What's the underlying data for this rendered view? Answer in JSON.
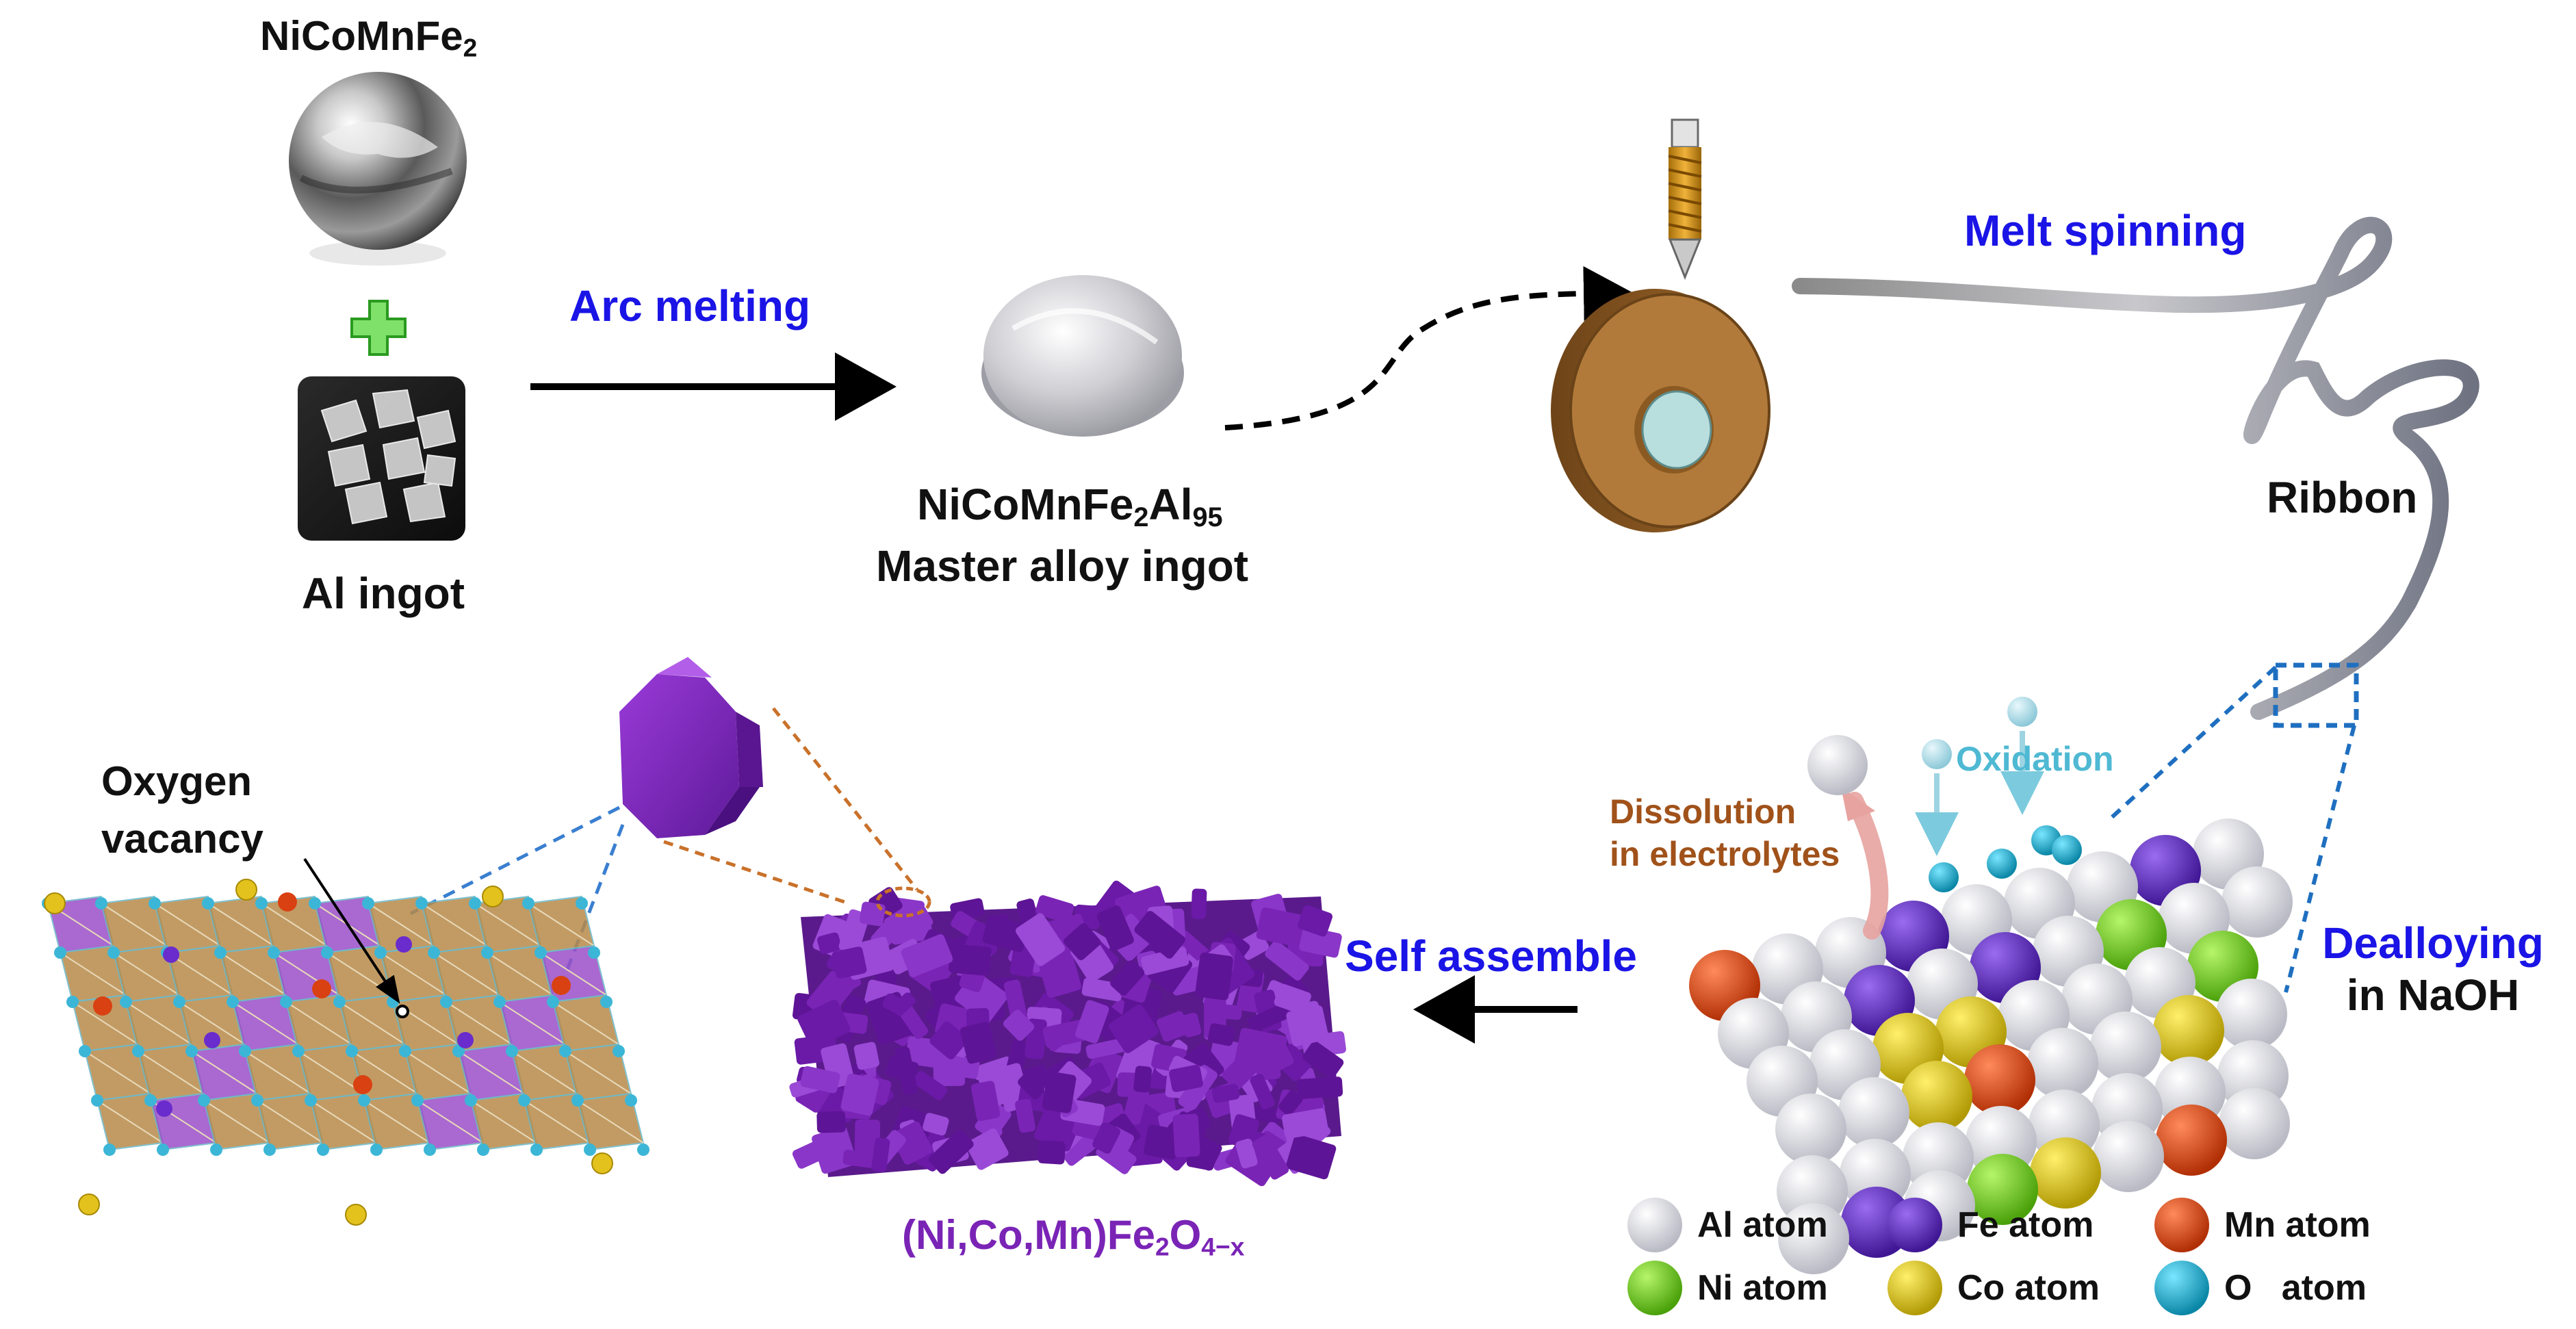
{
  "labels": {
    "precursor_base": "NiCoMnFe",
    "precursor_sub": "2",
    "al_ingot": "Al ingot",
    "arc_melting": "Arc melting",
    "master_formula_base": "NiCoMnFe",
    "master_formula_sub1": "2",
    "master_formula_mid": "Al",
    "master_formula_sub2": "95",
    "master_alloy": "Master alloy ingot",
    "melt_spinning": "Melt spinning",
    "ribbon": "Ribbon",
    "oxidation": "Oxidation",
    "dissolution_line1": "Dissolution",
    "dissolution_line2": "in electrolytes",
    "dealloying_line1": "Dealloying",
    "dealloying_line2": "in NaOH",
    "self_assemble": "Self assemble",
    "oxygen_line1": "Oxygen",
    "oxygen_line2": "vacancy",
    "product_part1": "(Ni,Co,Mn)Fe",
    "product_sub1": "2",
    "product_part2": "O",
    "product_sub2": "4−x"
  },
  "legend": [
    {
      "name": "Al atom",
      "color": "#dcdde3"
    },
    {
      "name": "Fe atom",
      "color": "#5a2bc4"
    },
    {
      "name": "Mn atom",
      "color": "#d94112"
    },
    {
      "name": "Ni atom",
      "color": "#6ccf1c"
    },
    {
      "name": "Co atom",
      "color": "#d8c00e"
    },
    {
      "name": "O   atom",
      "color": "#1aa9c9"
    }
  ],
  "colors": {
    "label_blue": "#1a14e6",
    "label_brown": "#a0521a",
    "oxidation_cyan": "#4fb9d3",
    "product_purple": "#7a24b6",
    "wheel_bronze": "#b07a3a",
    "dashed_blue": "#2f7fd0",
    "dashed_orange": "#c9712a"
  },
  "icons": {
    "plus": "green-plus-icon",
    "arrows": [
      "arc-melting-arrow",
      "dashed-curve-arrow",
      "self-assemble-arrow"
    ]
  }
}
